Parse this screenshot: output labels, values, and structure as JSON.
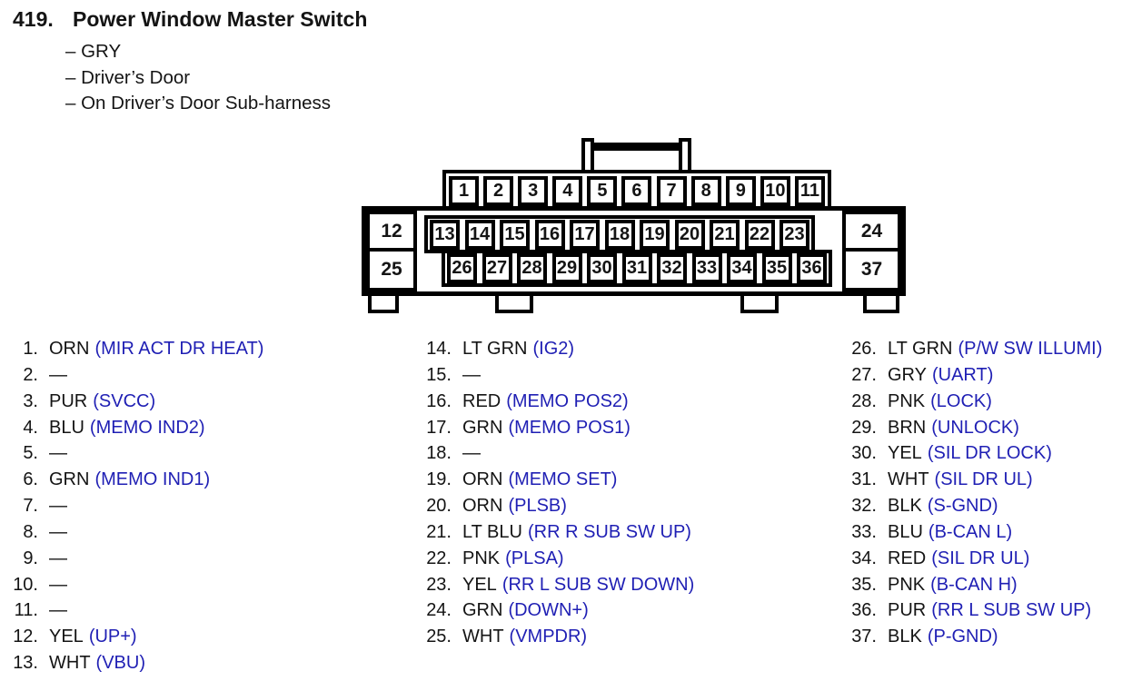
{
  "header": {
    "number": "419.",
    "title": "Power Window Master Switch",
    "subtitles": [
      "– GRY",
      "– Driver’s Door",
      "– On Driver’s Door Sub-harness"
    ]
  },
  "connector": {
    "top_pins": [
      "1",
      "2",
      "3",
      "4",
      "5",
      "6",
      "7",
      "8",
      "9",
      "10",
      "11"
    ],
    "middle_pins": [
      "13",
      "14",
      "15",
      "16",
      "17",
      "18",
      "19",
      "20",
      "21",
      "22",
      "23"
    ],
    "bottom_pins": [
      "26",
      "27",
      "28",
      "29",
      "30",
      "31",
      "32",
      "33",
      "34",
      "35",
      "36"
    ],
    "left_middle": "12",
    "left_bottom": "25",
    "right_middle": "24",
    "right_bottom": "37"
  },
  "pin_list": {
    "column1": [
      {
        "num": "1.",
        "wire": "ORN",
        "signal": "(MIR ACT DR HEAT)"
      },
      {
        "num": "2.",
        "wire": "—",
        "signal": ""
      },
      {
        "num": "3.",
        "wire": "PUR",
        "signal": "(SVCC)"
      },
      {
        "num": "4.",
        "wire": "BLU",
        "signal": "(MEMO IND2)"
      },
      {
        "num": "5.",
        "wire": "—",
        "signal": ""
      },
      {
        "num": "6.",
        "wire": "GRN",
        "signal": "(MEMO IND1)"
      },
      {
        "num": "7.",
        "wire": "—",
        "signal": ""
      },
      {
        "num": "8.",
        "wire": "—",
        "signal": ""
      },
      {
        "num": "9.",
        "wire": "—",
        "signal": ""
      },
      {
        "num": "10.",
        "wire": "—",
        "signal": ""
      },
      {
        "num": "11.",
        "wire": "—",
        "signal": ""
      },
      {
        "num": "12.",
        "wire": "YEL",
        "signal": "(UP+)"
      },
      {
        "num": "13.",
        "wire": "WHT",
        "signal": "(VBU)"
      }
    ],
    "column2": [
      {
        "num": "14.",
        "wire": "LT GRN",
        "signal": "(IG2)"
      },
      {
        "num": "15.",
        "wire": "—",
        "signal": ""
      },
      {
        "num": "16.",
        "wire": "RED",
        "signal": "(MEMO POS2)"
      },
      {
        "num": "17.",
        "wire": "GRN",
        "signal": "(MEMO POS1)"
      },
      {
        "num": "18.",
        "wire": "—",
        "signal": ""
      },
      {
        "num": "19.",
        "wire": "ORN",
        "signal": "(MEMO SET)"
      },
      {
        "num": "20.",
        "wire": "ORN",
        "signal": "(PLSB)"
      },
      {
        "num": "21.",
        "wire": "LT BLU",
        "signal": "(RR R SUB SW UP)"
      },
      {
        "num": "22.",
        "wire": "PNK",
        "signal": "(PLSA)"
      },
      {
        "num": "23.",
        "wire": "YEL",
        "signal": "(RR L SUB SW DOWN)"
      },
      {
        "num": "24.",
        "wire": "GRN",
        "signal": "(DOWN+)"
      },
      {
        "num": "25.",
        "wire": "WHT",
        "signal": "(VMPDR)"
      }
    ],
    "column3": [
      {
        "num": "26.",
        "wire": "LT GRN",
        "signal": "(P/W SW ILLUMI)"
      },
      {
        "num": "27.",
        "wire": "GRY",
        "signal": "(UART)"
      },
      {
        "num": "28.",
        "wire": "PNK",
        "signal": "(LOCK)"
      },
      {
        "num": "29.",
        "wire": "BRN",
        "signal": "(UNLOCK)"
      },
      {
        "num": "30.",
        "wire": "YEL",
        "signal": "(SIL DR LOCK)"
      },
      {
        "num": "31.",
        "wire": "WHT",
        "signal": "(SIL DR UL)"
      },
      {
        "num": "32.",
        "wire": "BLK",
        "signal": "(S-GND)"
      },
      {
        "num": "33.",
        "wire": "BLU",
        "signal": "(B-CAN L)"
      },
      {
        "num": "34.",
        "wire": "RED",
        "signal": "(SIL DR UL)"
      },
      {
        "num": "35.",
        "wire": "PNK",
        "signal": "(B-CAN H)"
      },
      {
        "num": "36.",
        "wire": "PUR",
        "signal": "(RR L SUB SW UP)"
      },
      {
        "num": "37.",
        "wire": "BLK",
        "signal": "(P-GND)"
      }
    ]
  },
  "colors": {
    "signal_blue": "#1f1fb4",
    "ink": "#141414",
    "line_black": "#000000"
  }
}
